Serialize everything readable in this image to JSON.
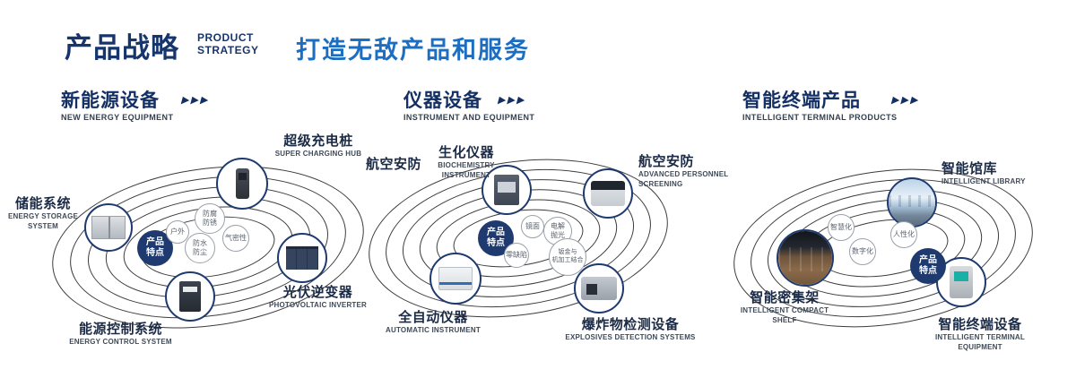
{
  "header": {
    "title": "产品战略",
    "subtitle_top": "PRODUCT",
    "subtitle_bottom": "STRATEGY",
    "tagline": "打造无敌产品和服务"
  },
  "sections": [
    {
      "title": "新能源设备",
      "subtitle": "NEW ENERGY EQUIPMENT",
      "arrows": "▶▶▶",
      "badge": "产品特点",
      "products": [
        {
          "name": "储能系统",
          "en": "ENERGY STORAGE SYSTEM"
        },
        {
          "name": "超级充电桩",
          "en": "SUPER CHARGING HUB"
        },
        {
          "name": "光伏逆变器",
          "en": "PHOTOVOLTAIC INVERTER"
        },
        {
          "name": "能源控制系统",
          "en": "ENERGY CONTROL SYSTEM"
        }
      ],
      "features": [
        "户外",
        "防腐\n防锈",
        "气密性",
        "防水\n防尘"
      ]
    },
    {
      "title": "仪器设备",
      "subtitle": "INSTRUMENT AND EQUIPMENT",
      "arrows": "▶▶▶",
      "badge": "产品特点",
      "extra_label": "航空安防",
      "products": [
        {
          "name": "生化仪器",
          "en": "BIOCHEMISTRY INSTRUMENT"
        },
        {
          "name": "航空安防",
          "en": "ADVANCED PERSONNEL SCREENING"
        },
        {
          "name": "全自动仪器",
          "en": "AUTOMATIC INSTRUMENT"
        },
        {
          "name": "爆炸物检测设备",
          "en": "EXPLOSIVES DETECTION SYSTEMS"
        }
      ],
      "features": [
        "镜面",
        "电解\n抛光",
        "零缺陷",
        "钣金与\n机加工结合"
      ]
    },
    {
      "title": "智能终端产品",
      "subtitle": "INTELLIGENT TERMINAL PRODUCTS",
      "arrows": "▶▶▶",
      "badge": "产品特点",
      "products": [
        {
          "name": "智能馆库",
          "en": "INTELLIGENT LIBRARY"
        },
        {
          "name": "智能密集架",
          "en": "INTELLIGENT COMPACT SHELF"
        },
        {
          "name": "智能终端设备",
          "en": "INTELLIGENT TERMINAL EQUIPMENT"
        }
      ],
      "features": [
        "智慧化",
        "人性化",
        "数字化"
      ]
    }
  ],
  "colors": {
    "navy": "#17356d",
    "blue": "#1b6ec2"
  }
}
